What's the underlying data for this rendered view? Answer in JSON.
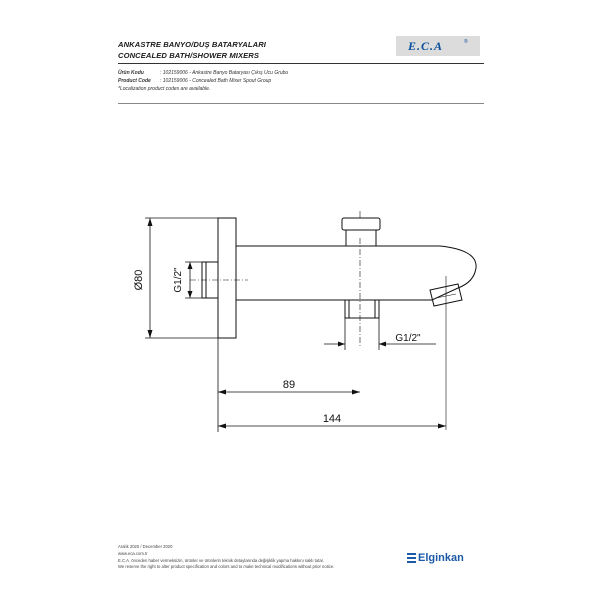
{
  "header": {
    "title_tr": "ANKASTRE BANYO/DUŞ BATARYALARI",
    "title_en": "CONCEALED BATH/SHOWER MIXERS",
    "logo_text": "E.C.A",
    "logo_sup": "®"
  },
  "product": {
    "code_label_tr": "Ürün Kodu",
    "code_value_tr": ": 102159006 - Ankastre Banyo Bataryası Çıkış Ucu Grubu",
    "code_label_en": "Product Code",
    "code_value_en": ": 102159006 - Concealed Bath Mixer Spout Group",
    "note": "*Localization product codes are available."
  },
  "drawing": {
    "dim_diameter": "Ø80",
    "dim_inlet_thread": "G1/2\"",
    "dim_outlet_thread": "G1/2\"",
    "dim_89": "89",
    "dim_144": "144"
  },
  "footer": {
    "date": "Aralık 2020 / December 2020",
    "website": "www.eca.com.tr",
    "disclaimer_tr": "E.C.A. önceden haber vermeksizin, ürünler ve ürünlerin teknik detaylarında değişiklik yapma hakkını saklı tutar.",
    "disclaimer_en": "We reserve the right to alter product specification and colors and to make technical modifications without prior notice.",
    "brand": "Elginkan"
  }
}
